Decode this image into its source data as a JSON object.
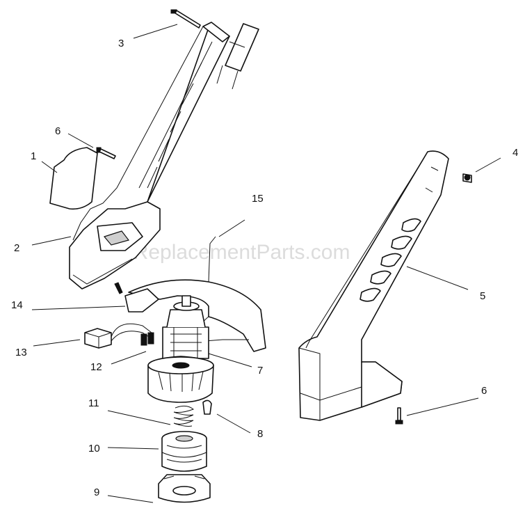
{
  "watermark": "eReplacementParts.com",
  "callouts": {
    "c1": "1",
    "c2": "2",
    "c3": "3",
    "c4": "4",
    "c5": "5",
    "c6a": "6",
    "c6b": "6",
    "c7": "7",
    "c8": "8",
    "c9": "9",
    "c10": "10",
    "c11": "11",
    "c12": "12",
    "c13": "13",
    "c14": "14",
    "c15": "15"
  }
}
